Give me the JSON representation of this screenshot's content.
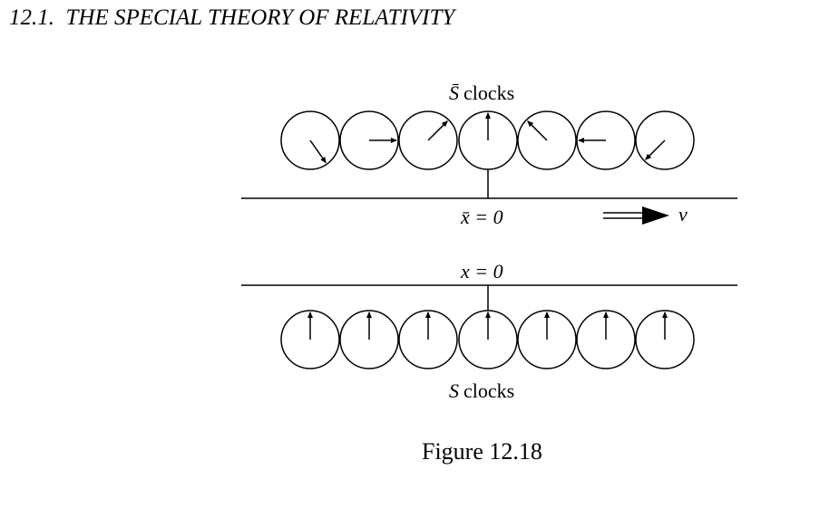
{
  "header": {
    "section": "12.1.",
    "title": "THE SPECIAL THEORY OF RELATIVITY"
  },
  "figure": {
    "caption": "Figure 12.18",
    "moving_frame": {
      "label_symbol": "S̄",
      "label_text": "clocks",
      "origin_label": "x̄ = 0",
      "velocity_label": "v",
      "hand_angles_deg": [
        145,
        90,
        45,
        0,
        -45,
        -90,
        -135
      ]
    },
    "rest_frame": {
      "label_symbol": "S",
      "label_text": "clocks",
      "origin_label": "x = 0",
      "hand_angles_deg": [
        0,
        0,
        0,
        0,
        0,
        0,
        0
      ]
    }
  }
}
